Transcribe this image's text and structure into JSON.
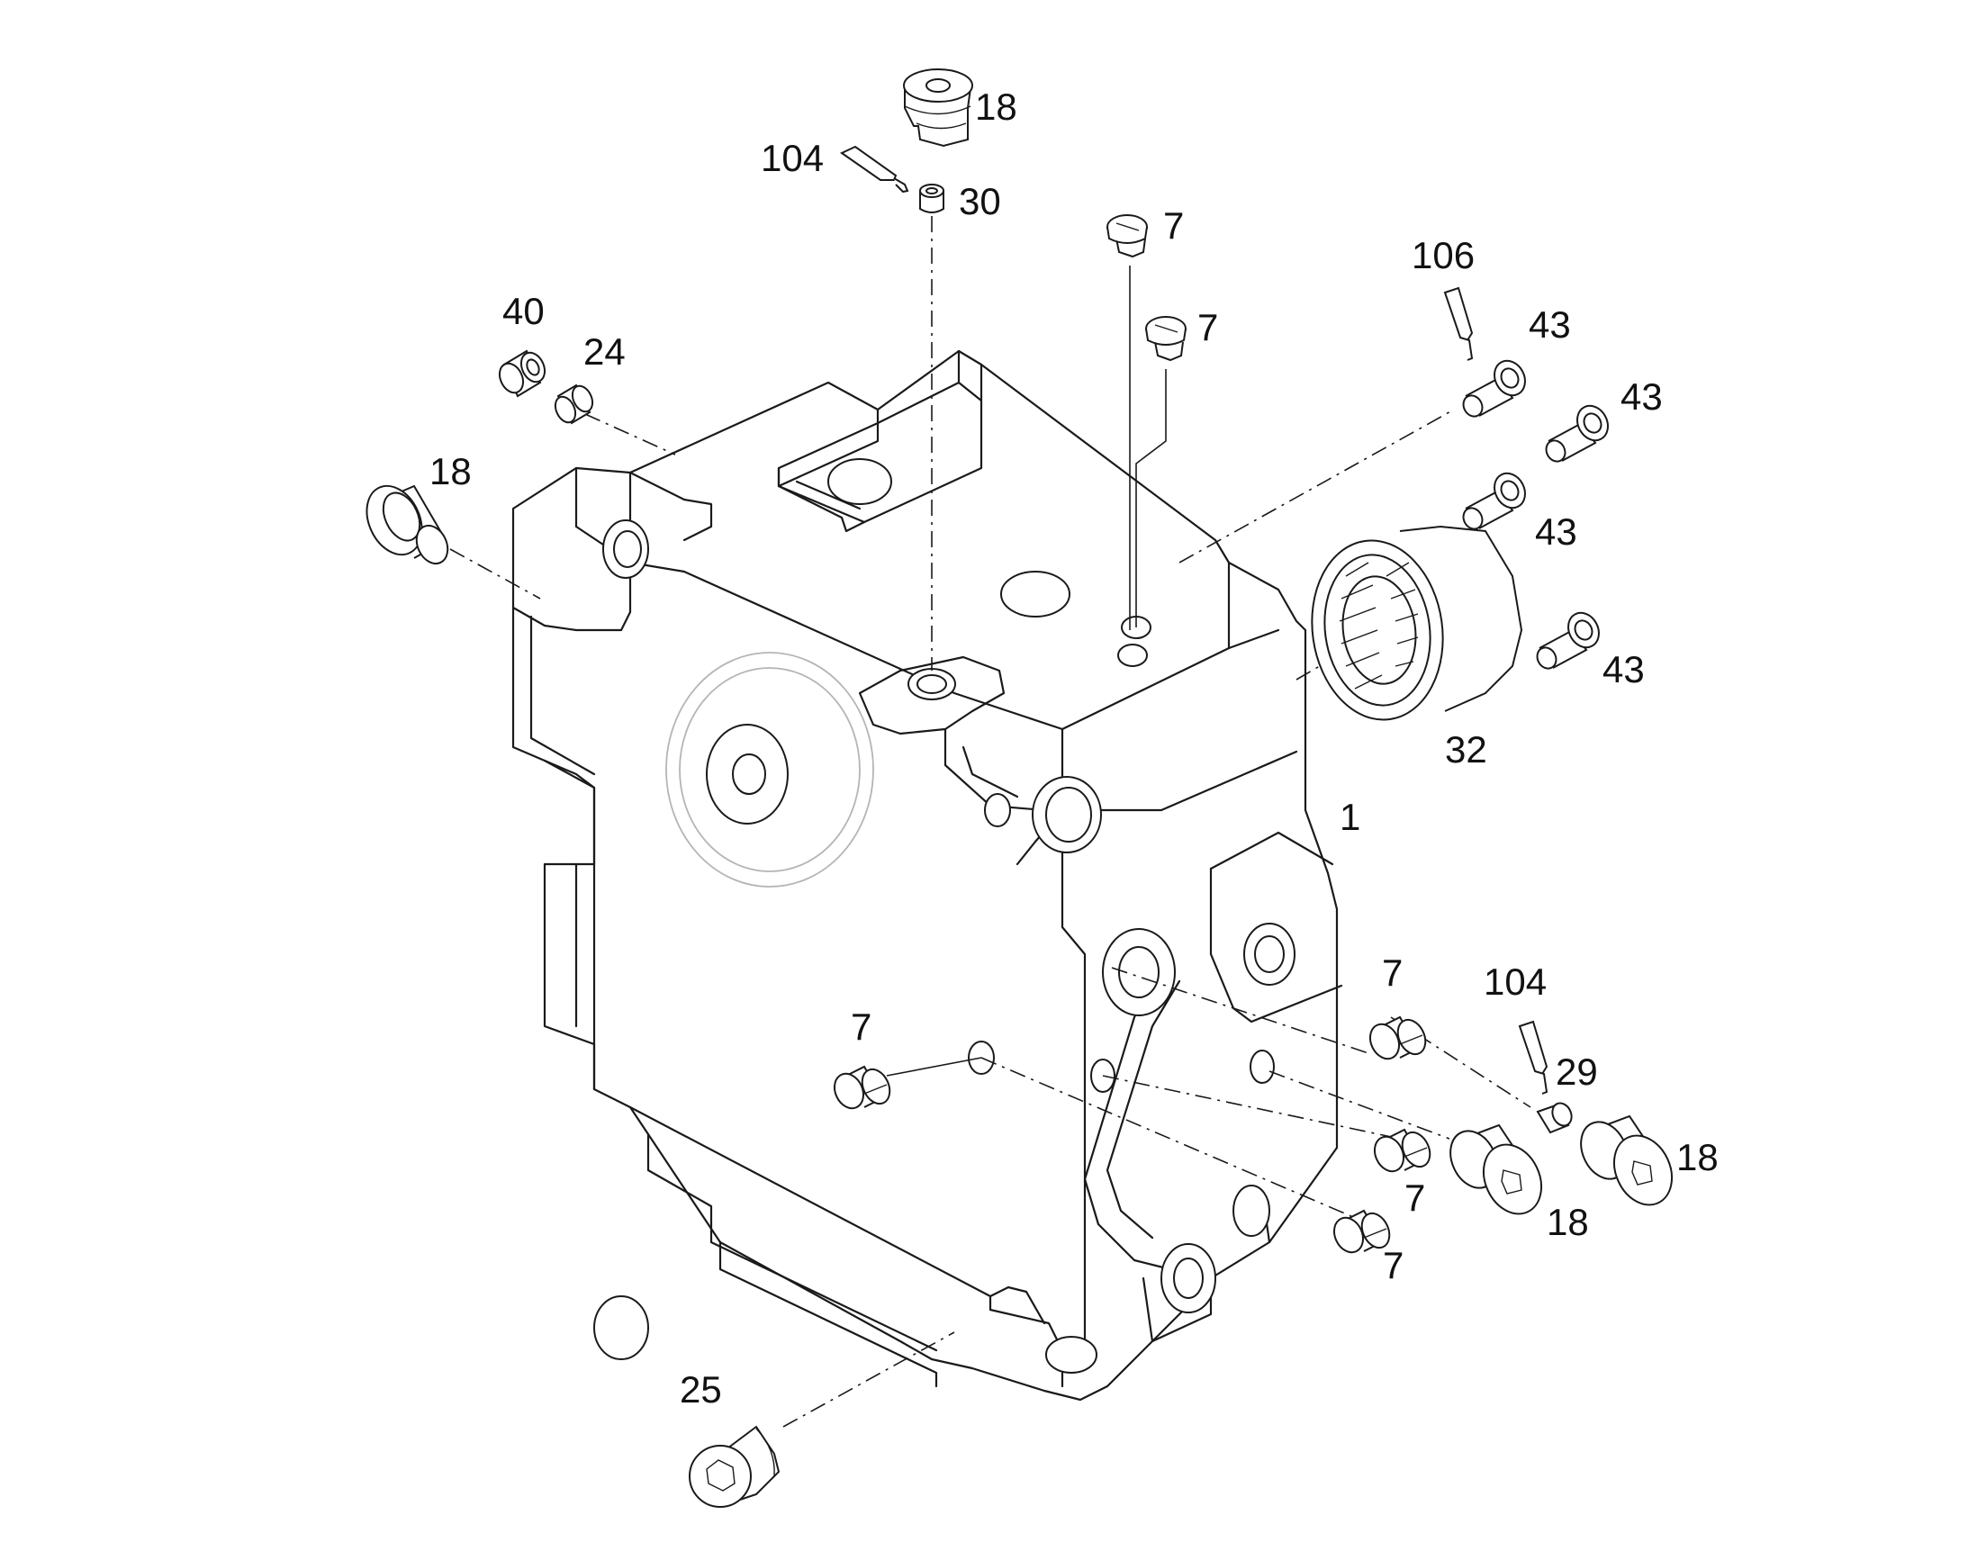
{
  "callouts": [
    {
      "id": "c1",
      "label": "18"
    },
    {
      "id": "c2",
      "label": "104"
    },
    {
      "id": "c3",
      "label": "30"
    },
    {
      "id": "c4",
      "label": "7"
    },
    {
      "id": "c5",
      "label": "7"
    },
    {
      "id": "c6",
      "label": "106"
    },
    {
      "id": "c7",
      "label": "43"
    },
    {
      "id": "c8",
      "label": "43"
    },
    {
      "id": "c9",
      "label": "43"
    },
    {
      "id": "c10",
      "label": "43"
    },
    {
      "id": "c11",
      "label": "40"
    },
    {
      "id": "c12",
      "label": "24"
    },
    {
      "id": "c13",
      "label": "18"
    },
    {
      "id": "c14",
      "label": "32"
    },
    {
      "id": "c15",
      "label": "1"
    },
    {
      "id": "c16",
      "label": "7"
    },
    {
      "id": "c17",
      "label": "104"
    },
    {
      "id": "c18",
      "label": "7"
    },
    {
      "id": "c19",
      "label": "29"
    },
    {
      "id": "c20",
      "label": "18"
    },
    {
      "id": "c21",
      "label": "18"
    },
    {
      "id": "c22",
      "label": "7"
    },
    {
      "id": "c23",
      "label": "7"
    },
    {
      "id": "c24",
      "label": "25"
    }
  ]
}
